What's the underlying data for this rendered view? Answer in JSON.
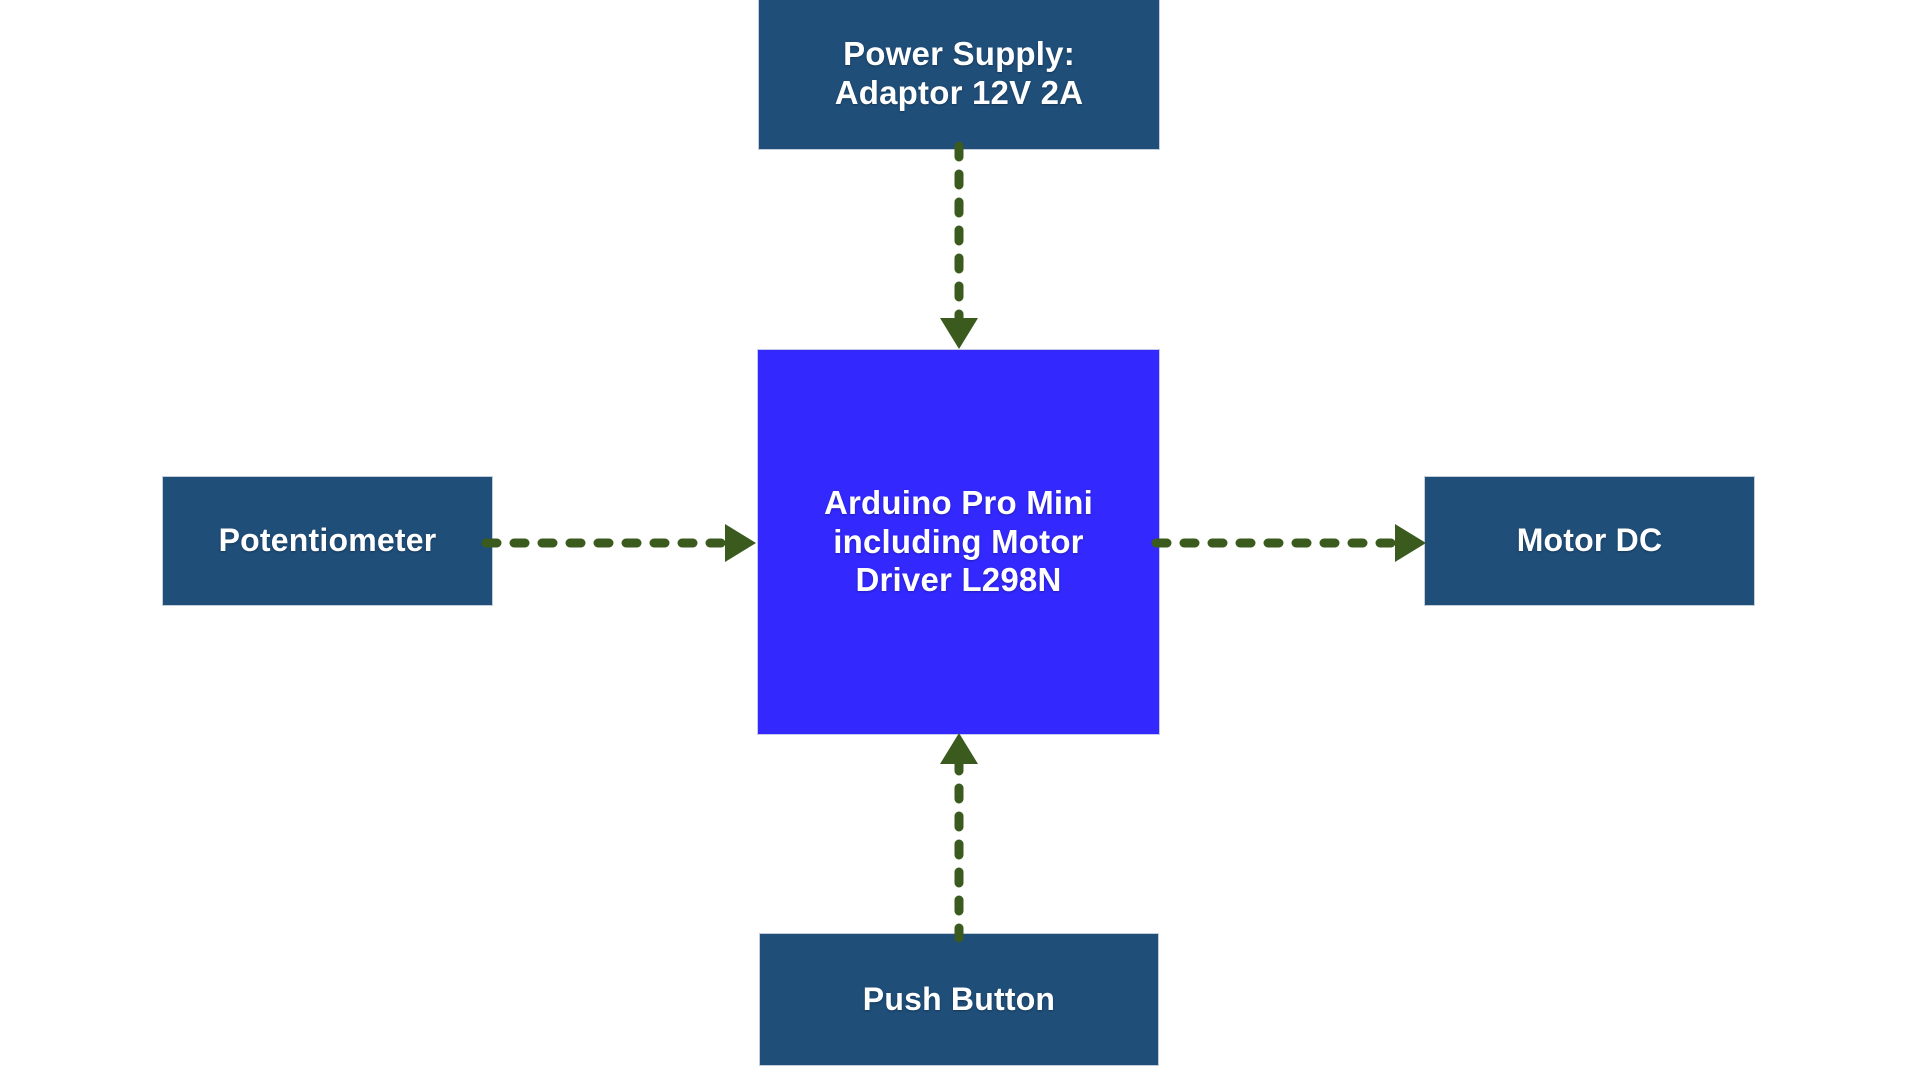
{
  "diagram": {
    "title": "Arduino Pro Mini motor control block diagram",
    "background_color": "#FFFFFF",
    "palette": {
      "node_dark_blue": "#1F4E79",
      "node_bright_blue": "#3328FE",
      "connector_green": "#3A5A1E",
      "node_text": "#FFFFFF"
    },
    "nodes": [
      {
        "id": "power-supply",
        "label": "Power Supply:\nAdaptor 12V 2A",
        "line1": "Power Supply:",
        "line2": "Adaptor 12V 2A",
        "color": "#1F4E79"
      },
      {
        "id": "arduino",
        "label": "Arduino Pro Mini\nincluding Motor\nDriver L298N",
        "line1": "Arduino Pro Mini",
        "line2": "including Motor",
        "line3": "Driver L298N",
        "color": "#3328FE"
      },
      {
        "id": "potentiometer",
        "label": "Potentiometer",
        "color": "#1F4E79"
      },
      {
        "id": "motor-dc",
        "label": "Motor DC",
        "color": "#1F4E79"
      },
      {
        "id": "push-button",
        "label": "Push Button",
        "color": "#1F4E79"
      }
    ],
    "connectors": [
      {
        "id": "power-to-arduino",
        "from": "power-supply",
        "to": "arduino",
        "style": "dashed",
        "direction": "down",
        "color": "#3A5A1E",
        "label": ""
      },
      {
        "id": "pot-to-arduino",
        "from": "potentiometer",
        "to": "arduino",
        "style": "dashed",
        "direction": "right",
        "color": "#3A5A1E",
        "label": ""
      },
      {
        "id": "arduino-to-motor",
        "from": "arduino",
        "to": "motor-dc",
        "style": "dashed",
        "direction": "right",
        "color": "#3A5A1E",
        "label": ""
      },
      {
        "id": "push-to-arduino",
        "from": "push-button",
        "to": "arduino",
        "style": "dashed",
        "direction": "up",
        "color": "#3A5A1E",
        "label": ""
      }
    ]
  }
}
